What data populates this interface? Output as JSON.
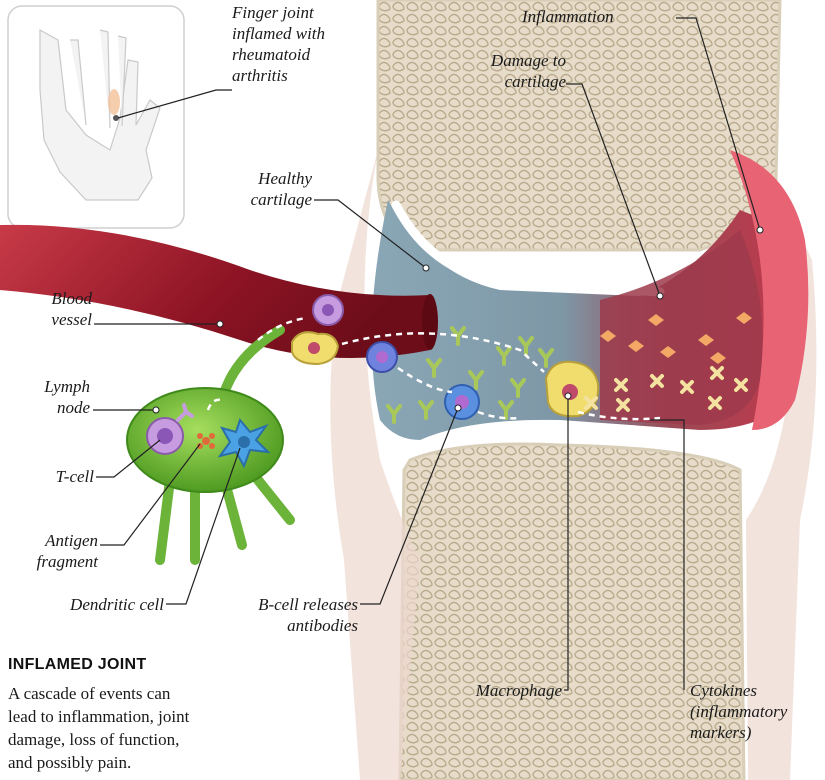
{
  "labels": {
    "finger_joint": [
      "Finger joint",
      "inflamed with",
      "rheumatoid",
      "arthritis"
    ],
    "inflammation": [
      "Inflammation"
    ],
    "damage_to_cartilage": [
      "Damage to",
      "cartilage"
    ],
    "healthy_cartilage": [
      "Healthy",
      "cartilage"
    ],
    "blood_vessel": [
      "Blood",
      "vessel"
    ],
    "lymph_node": [
      "Lymph",
      "node"
    ],
    "t_cell": [
      "T-cell"
    ],
    "antigen_fragment": [
      "Antigen",
      "fragment"
    ],
    "dendritic_cell": [
      "Dendritic cell"
    ],
    "b_cell": [
      "B-cell releases",
      "antibodies"
    ],
    "macrophage": [
      "Macrophage"
    ],
    "cytokines": [
      "Cytokines",
      "(inflammatory",
      "markers)"
    ]
  },
  "caption": {
    "title": "INFLAMED JOINT",
    "body": [
      "A cascade of events can",
      "lead to inflammation, joint",
      "damage, loss of function,",
      "and possibly pain."
    ]
  },
  "colors": {
    "bone": "#ece4d6",
    "bone_texture": "#cfc3ab",
    "cartilage": "#c9d9e4",
    "blood_vessel": "#9b1b2a",
    "inflamed_tissue": "#d9485a",
    "lymph_node": "#7fc43a",
    "t_cell": "#b98ad0",
    "dendritic_cell": "#3f8fd6",
    "b_cell": "#5b6fd0",
    "macrophage": "#e8d36a",
    "antibody": "#a8c85a",
    "cytokine_orange": "#f0a060",
    "cytokine_cross": "#f3e2a0"
  }
}
